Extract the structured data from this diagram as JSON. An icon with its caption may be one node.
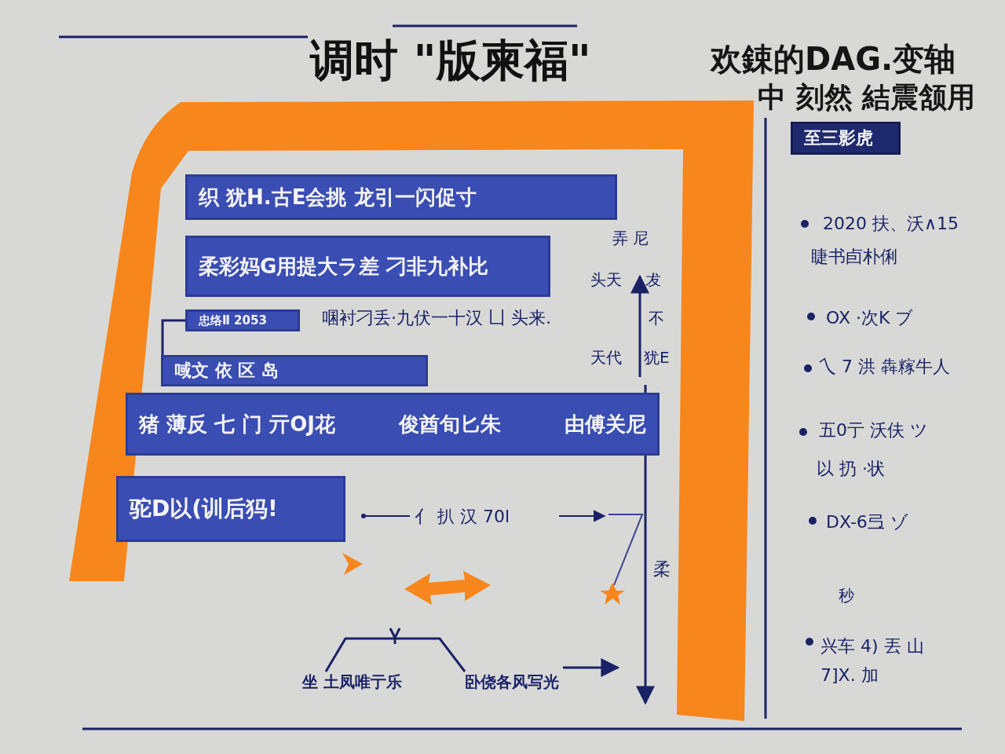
{
  "diagram": {
    "title": "调时 \"版柬福\"",
    "nodes": [
      {
        "text": [
          "织 犹H.古E会挑 龙引一闪促寸"
        ]
      },
      {
        "text": [
          "柔彩妈G用提大ラ差 刁非九补比"
        ]
      },
      {
        "text": [
          "忠络Ⅱ 2053"
        ]
      },
      {
        "text": [
          "㖪文 依 区 岛"
        ]
      },
      {
        "text": [
          "猪 薄反 七 门 亓OJ花",
          "俊酋旬匕朱",
          "由傅关尼"
        ]
      },
      {
        "text": [
          "驼D以(训后犸!"
        ]
      },
      {
        "text": [
          "至三影虎"
        ]
      },
      {
        "text": [
          "坐 土凤唯亍乐"
        ]
      },
      {
        "text": [
          "卧侥各风写光"
        ]
      }
    ],
    "edges": [
      {
        "from": 2,
        "to": 3,
        "arrow": "none"
      },
      {
        "from": 7,
        "to": 8,
        "arrow": "none"
      },
      {
        "from": 8,
        "to": null,
        "arrow": "to"
      }
    ],
    "labels": [
      "欢鋉的DAG.变轴",
      "中 刻然 結震颔用",
      "弄 尼",
      "头天",
      "犮",
      "㖥衬刁丢·九伏一十汉 凵 头来.",
      "不",
      "天代",
      "犹E",
      "⺅ 扒 汉 70l",
      "柔",
      "2020 扶、沃∧15",
      "睫书卣朴俐",
      "OX ·次K ブ",
      "乀 7 洪 犇糘牛人",
      "五0亍 沃伕 ツ",
      "以 扔 ·状",
      "DX-6弖 ゾ",
      "秒",
      "兴车 4) 丟 山",
      "7]X. 加"
    ]
  }
}
